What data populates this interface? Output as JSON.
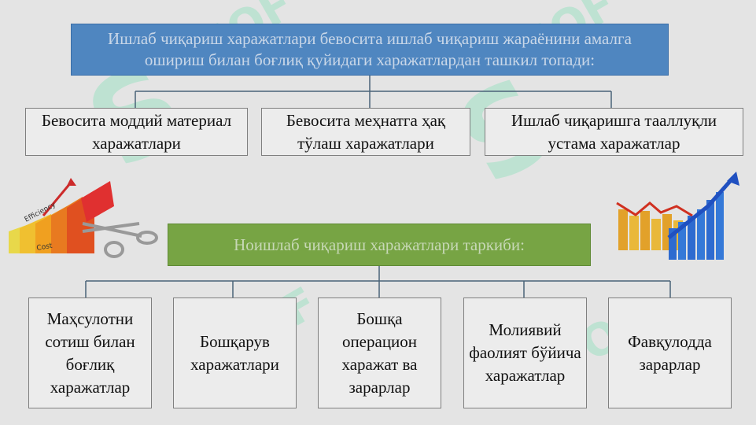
{
  "top": {
    "title": "Ишлаб чиқариш харажатлари бевосита ишлаб чиқариш жараёнини амалга ошириш билан боғлиқ  қуйидаги харажатлардан ташкил топади:",
    "items": [
      "Бевосита моддий материал харажатлари",
      "Бевосита меҳнатга ҳақ тўлаш харажатлари",
      "Ишлаб чиқаришга тааллуқли устама харажатлар"
    ]
  },
  "bottom": {
    "title": "Ноишлаб чиқариш харажатлари таркиби:",
    "items": [
      "Маҳсулотни сотиш билан боғлиқ харажатлар",
      "Бошқарув харажатлари",
      "Бошқа операцион харажат ва зарарлар",
      "Молиявий фаолият бўйича харажатлар",
      "Фавқулодда зарарлар"
    ]
  },
  "decor": {
    "left_chart_words": [
      "Efficiency",
      "Cost"
    ],
    "colors": {
      "blue": "#4f86c0",
      "green": "#77a444",
      "line": "#4a6378"
    }
  }
}
